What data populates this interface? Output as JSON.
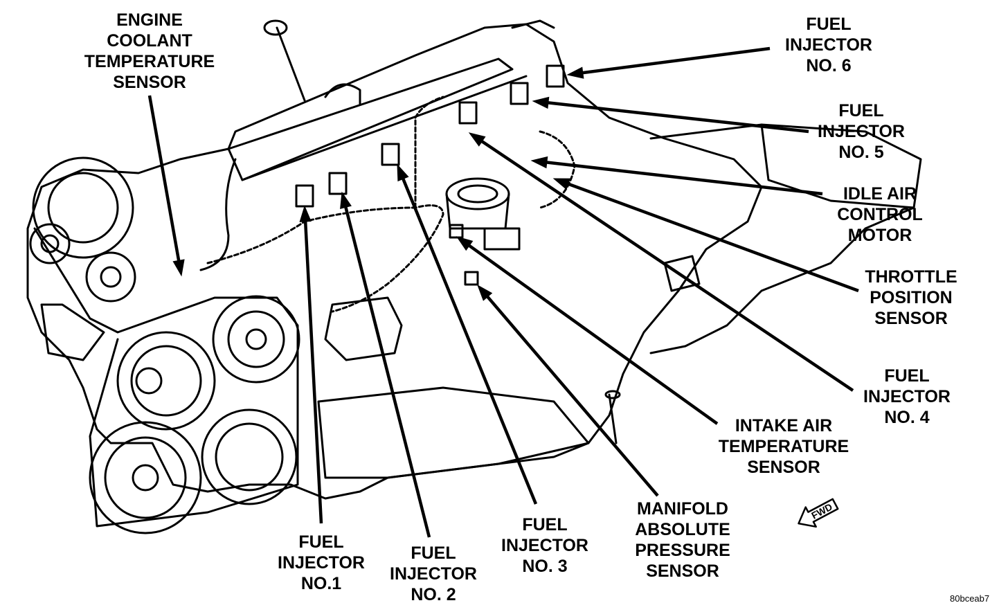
{
  "labels": {
    "ect": [
      "ENGINE",
      "COOLANT",
      "TEMPERATURE",
      "SENSOR"
    ],
    "inj6": [
      "FUEL",
      "INJECTOR",
      "NO. 6"
    ],
    "inj5": [
      "FUEL",
      "INJECTOR",
      "NO. 5"
    ],
    "iac": [
      "IDLE AIR",
      "CONTROL",
      "MOTOR"
    ],
    "tps": [
      "THROTTLE",
      "POSITION",
      "SENSOR"
    ],
    "inj4": [
      "FUEL",
      "INJECTOR",
      "NO. 4"
    ],
    "iat": [
      "INTAKE AIR",
      "TEMPERATURE",
      "SENSOR"
    ],
    "map": [
      "MANIFOLD",
      "ABSOLUTE",
      "PRESSURE",
      "SENSOR"
    ],
    "inj3": [
      "FUEL",
      "INJECTOR",
      "NO. 3"
    ],
    "inj2": [
      "FUEL",
      "INJECTOR",
      "NO. 2"
    ],
    "inj1": [
      "FUEL",
      "INJECTOR",
      "NO.1"
    ]
  },
  "fwd_marker": "FWD",
  "figure_code": "80bceab7",
  "colors": {
    "ink": "#000000",
    "paper": "#ffffff"
  }
}
